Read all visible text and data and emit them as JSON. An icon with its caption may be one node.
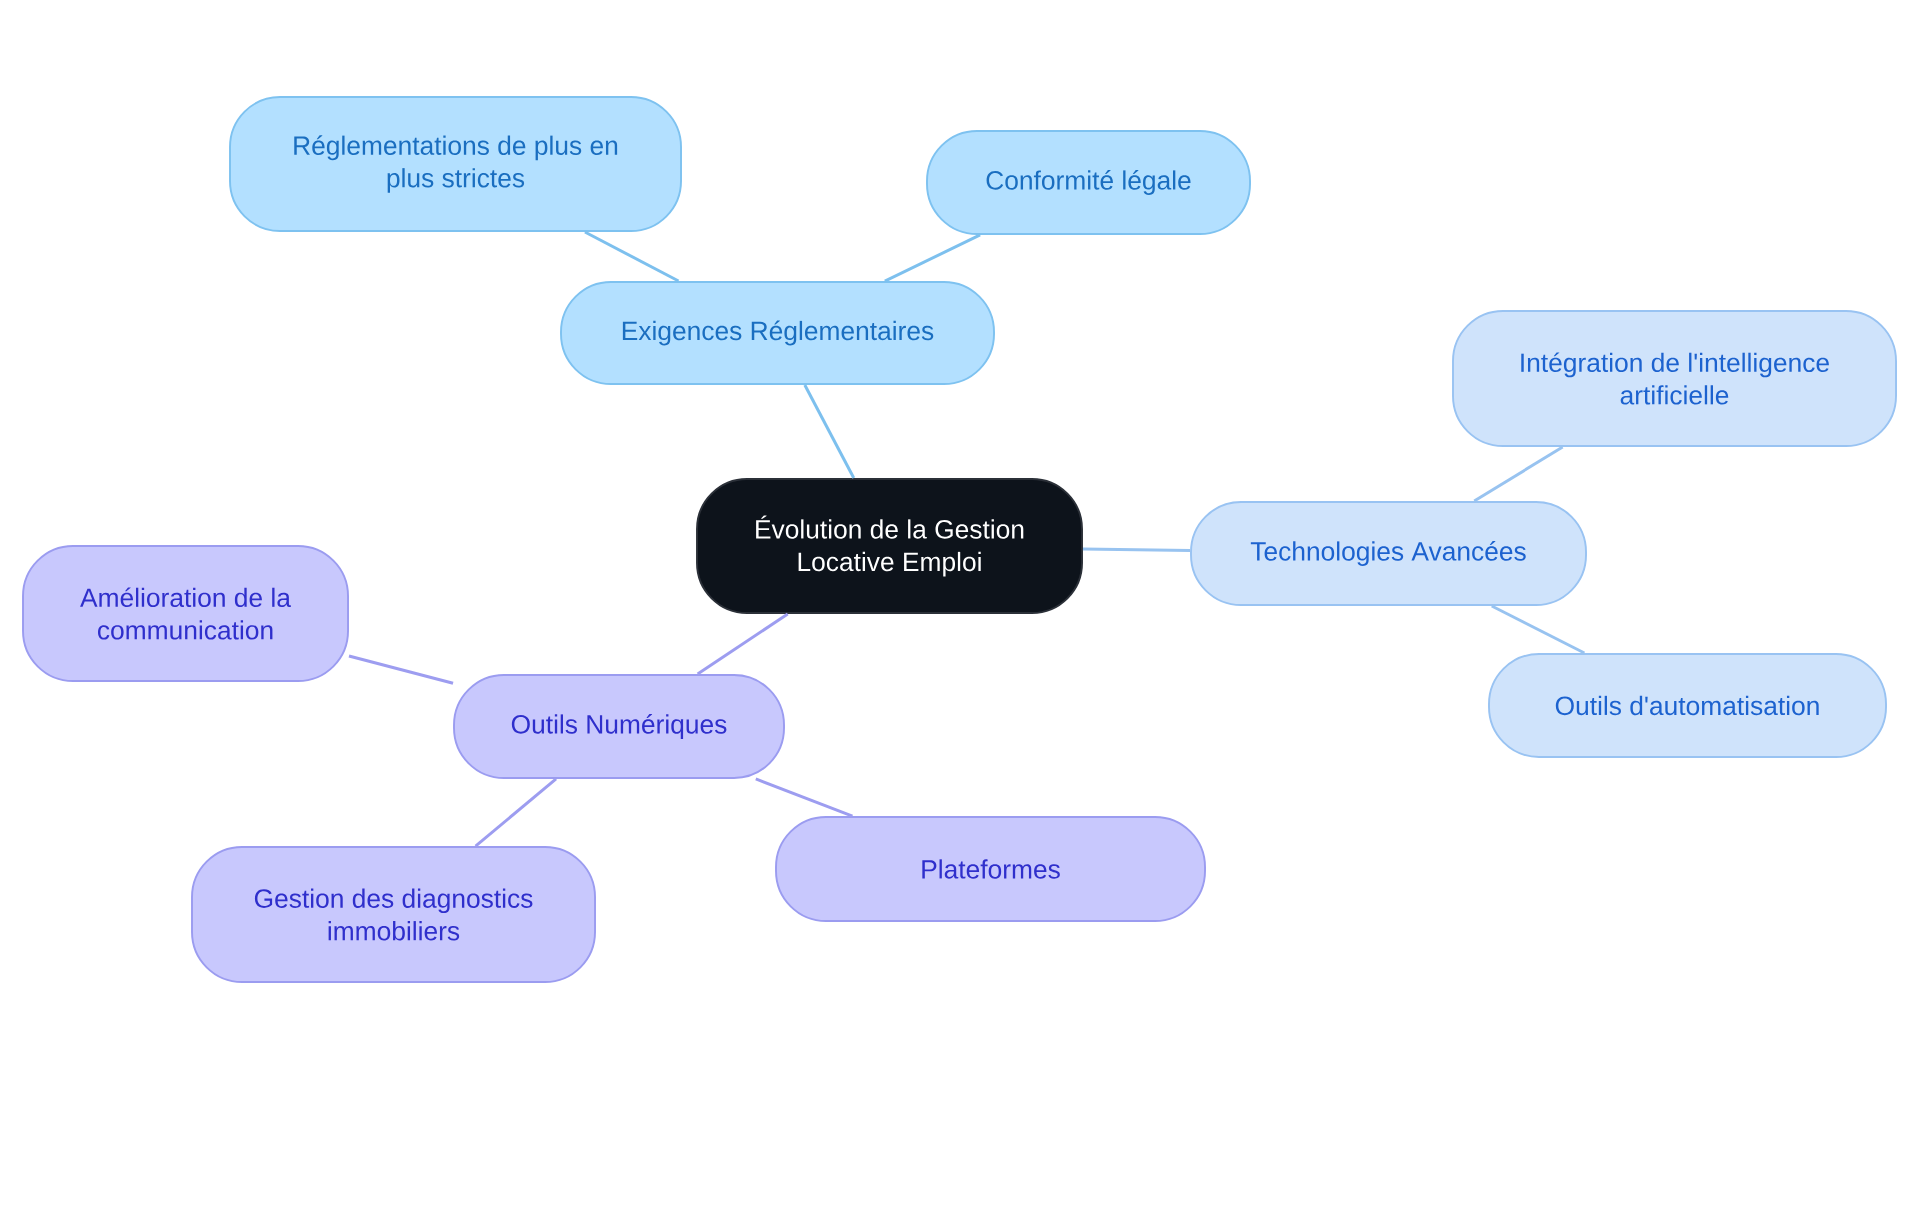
{
  "diagram": {
    "nodes": [
      {
        "text": [
          "Évolution de la Gestion Locative Emploi"
        ]
      },
      {
        "text": [
          "Exigences Réglementaires"
        ]
      },
      {
        "text": [
          "Réglementations de plus en plus strictes"
        ]
      },
      {
        "text": [
          "Conformité légale"
        ]
      },
      {
        "text": [
          "Technologies Avancées"
        ]
      },
      {
        "text": [
          "Intégration de l'intelligence artificielle"
        ]
      },
      {
        "text": [
          "Outils d'automatisation"
        ]
      },
      {
        "text": [
          "Outils Numériques"
        ]
      },
      {
        "text": [
          "Amélioration de la communication"
        ]
      },
      {
        "text": [
          "Gestion des diagnostics immobiliers"
        ]
      },
      {
        "text": [
          "Plateformes"
        ]
      }
    ],
    "edges": [
      {
        "from": 0,
        "to": 1,
        "arrow": "none",
        "color": "#7dc0ee"
      },
      {
        "from": 1,
        "to": 2,
        "arrow": "none",
        "color": "#7dc0ee"
      },
      {
        "from": 1,
        "to": 3,
        "arrow": "none",
        "color": "#7dc0ee"
      },
      {
        "from": 0,
        "to": 4,
        "arrow": "none",
        "color": "#98c3f0"
      },
      {
        "from": 4,
        "to": 5,
        "arrow": "none",
        "color": "#98c3f0"
      },
      {
        "from": 4,
        "to": 6,
        "arrow": "none",
        "color": "#98c3f0"
      },
      {
        "from": 0,
        "to": 7,
        "arrow": "none"
      },
      {
        "from": 7,
        "to": 8,
        "arrow": "none"
      },
      {
        "from": 7,
        "to": 9,
        "arrow": "none"
      },
      {
        "from": 7,
        "to": 10,
        "arrow": "none"
      }
    ]
  }
}
